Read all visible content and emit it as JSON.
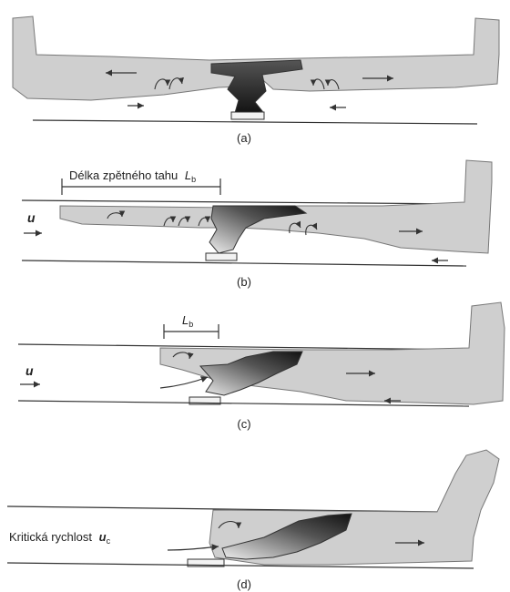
{
  "panels": [
    {
      "caption": "(a)"
    },
    {
      "caption": "(b)",
      "annotation": "Délka zpětného tahu",
      "annotation_symbol": "L",
      "annotation_sub": "b",
      "velocity_symbol": "u"
    },
    {
      "caption": "(c)",
      "annotation_symbol": "L",
      "annotation_sub": "b",
      "velocity_symbol": "u"
    },
    {
      "caption": "(d)",
      "annotation": "Kritická rychlost",
      "velocity_symbol": "u",
      "velocity_sub": "c"
    }
  ]
}
